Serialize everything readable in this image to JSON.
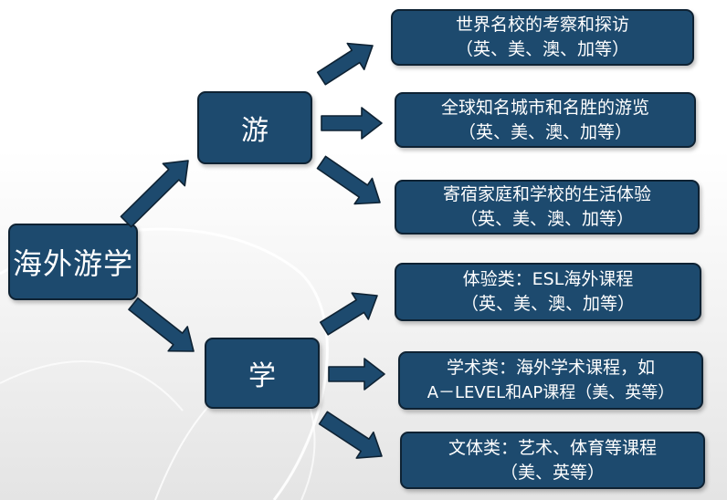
{
  "root": {
    "label": "海外游学"
  },
  "branches": [
    {
      "label": "游",
      "leaves": [
        {
          "line1": "世界名校的考察和探访",
          "line2": "（英、美、澳、加等）"
        },
        {
          "line1": "全球知名城市和名胜的游览",
          "line2": "（英、美、澳、加等）"
        },
        {
          "line1": "寄宿家庭和学校的生活体验",
          "line2": "（英、美、澳、加等）"
        }
      ]
    },
    {
      "label": "学",
      "leaves": [
        {
          "line1": "体验类：ESL海外课程",
          "line2": "（英、美、澳、加等）"
        },
        {
          "line1": "学术类：海外学术课程，如",
          "line2": "A－LEVEL和AP课程（美、英等）"
        },
        {
          "line1": "文体类：艺术、体育等课程",
          "line2": "（美、英等）"
        }
      ]
    }
  ],
  "colors": {
    "box_fill": "#1d4a6e",
    "box_border": "#0e2233",
    "text": "#ffffff"
  }
}
